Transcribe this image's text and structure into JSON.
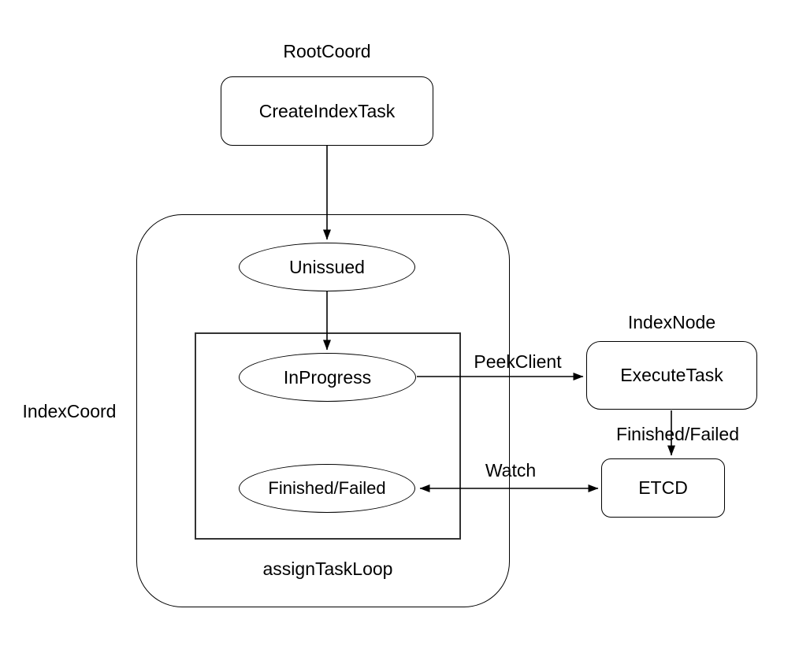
{
  "diagram": {
    "colors": {
      "background": "#ffffff",
      "stroke": "#000000",
      "inner_rect_stroke": "#333333",
      "text": "#000000"
    },
    "group_labels": {
      "root_coord": "RootCoord",
      "index_coord": "IndexCoord",
      "index_node": "IndexNode",
      "assign_task_loop": "assignTaskLoop"
    },
    "nodes": {
      "create_index_task": "CreateIndexTask",
      "unissued": "Unissued",
      "in_progress": "InProgress",
      "finished_failed": "Finished/Failed",
      "execute_task": "ExecuteTask",
      "etcd": "ETCD"
    },
    "edge_labels": {
      "peek_client": "PeekClient",
      "finished_failed": "Finished/Failed",
      "watch": "Watch"
    }
  }
}
